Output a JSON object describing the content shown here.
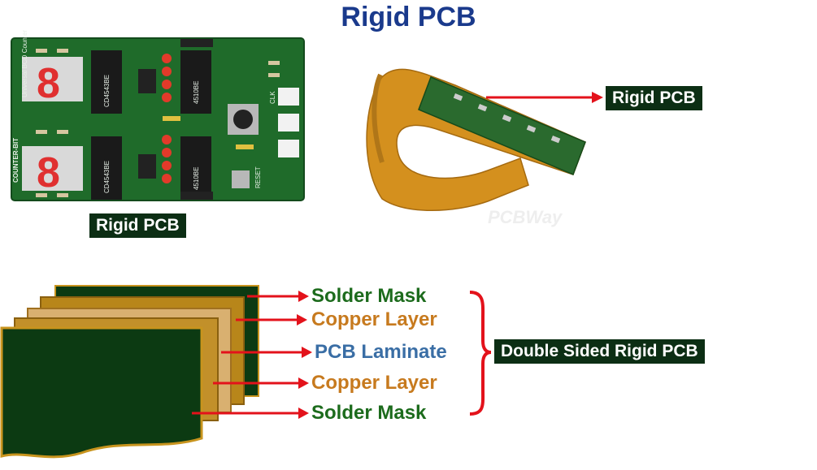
{
  "title": "Rigid PCB",
  "board_label": "Rigid PCB",
  "flex_label": "Rigid PCB",
  "watermark": "PCBWay",
  "board_silkscreen": {
    "top_side": "COUNTER-BIT",
    "side_text": "Universal BCD Counter",
    "chip_a": "CD4543BE",
    "chip_b": "4510BE",
    "reset": "RESET",
    "clk": "CLK"
  },
  "layers": [
    {
      "name": "Solder Mask",
      "color": "#1c6b1c"
    },
    {
      "name": "Copper Layer",
      "color": "#c77a1e"
    },
    {
      "name": "PCB Laminate",
      "color": "#3a6ea5"
    },
    {
      "name": "Copper Layer",
      "color": "#c77a1e"
    },
    {
      "name": "Solder Mask",
      "color": "#1c6b1c"
    }
  ],
  "stack_label": "Double Sided Rigid PCB",
  "colors": {
    "title": "#1a3a8c",
    "arrow": "#e3121b",
    "tag_bg": "#0c2e14",
    "pcb_green": "#1f6b2a"
  }
}
